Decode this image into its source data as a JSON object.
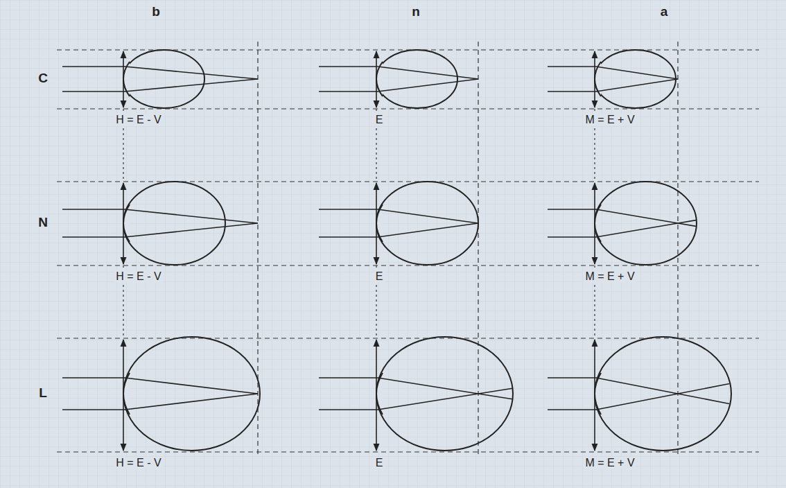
{
  "diagram": {
    "labels": [
      "b",
      "n",
      "a",
      "C",
      "N",
      "L",
      "H = E - V",
      "E",
      "M = E + V",
      "H = E - V",
      "E",
      "M = E + V",
      "H = E - V",
      "E",
      "M = E + V"
    ]
  }
}
